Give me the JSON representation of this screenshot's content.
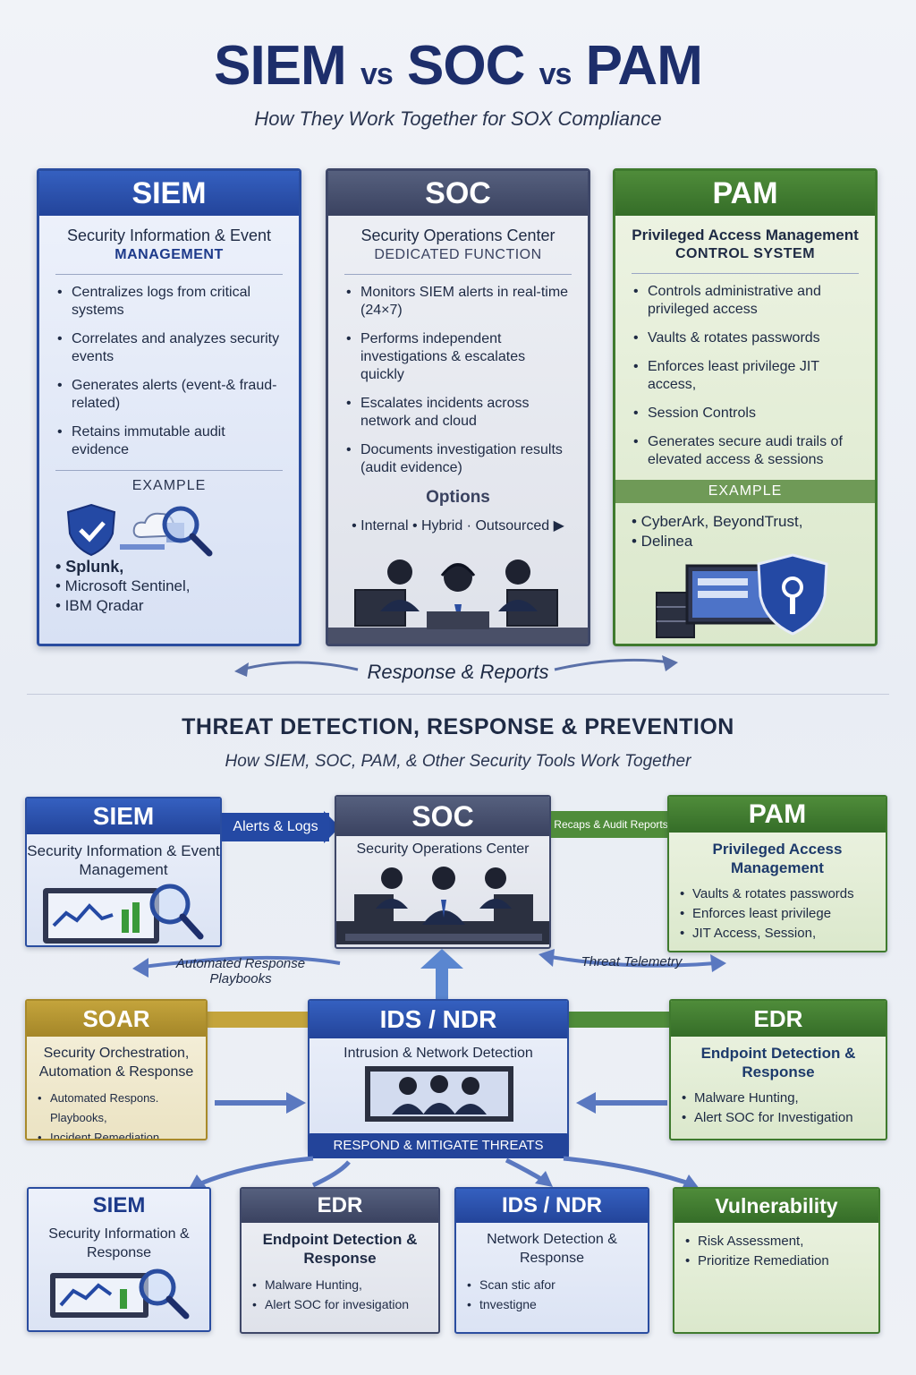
{
  "header": {
    "title_part1": "SIEM",
    "title_vs1": "vs",
    "title_part2": "SOC",
    "title_vs2": "vs",
    "title_part3": "PAM",
    "subtitle": "How They Work Together for SOX Compliance"
  },
  "top": {
    "siem": {
      "title": "SIEM",
      "sub1": "Security Information & Event",
      "sub2": "MANAGEMENT",
      "bullets": [
        "Centralizes logs from critical systems",
        "Correlates and analyzes security events",
        "Generates alerts (event-& fraud-related)",
        "Retains immutable audit evidence"
      ],
      "example_label": "EXAMPLE",
      "examples": [
        "• Splunk,",
        "• Microsoft Sentinel,",
        "• IBM Qradar"
      ]
    },
    "soc": {
      "title": "SOC",
      "sub1": "Security Operations Center",
      "sub2": "DEDICATED FUNCTION",
      "bullets": [
        "Monitors SIEM alerts in real-time (24×7)",
        "Performs independent investigations & escalates quickly",
        "Escalates incidents across network and cloud",
        "Documents investigation results (audit evidence)"
      ],
      "options_title": "Options",
      "options": "• Internal  • Hybrid · Outsourced ▶"
    },
    "pam": {
      "title": "PAM",
      "sub1": "Privileged Access Management",
      "sub2": "CONTROL SYSTEM",
      "bullets": [
        "Controls administrative and privileged access",
        "Vaults & rotates passwords",
        "Enforces least privilege JIT access,",
        "Session Controls",
        "Generates secure audi trails of elevated access & sessions"
      ],
      "example_label": "EXAMPLE",
      "examples": [
        "• CyberArk, BeyondTrust,",
        "• Delinea"
      ]
    },
    "flow_label": "Response & Reports"
  },
  "section": {
    "title": "THREAT DETECTION, RESPONSE & PREVENTION",
    "subtitle": "How SIEM, SOC, PAM, & Other Security Tools Work Together"
  },
  "row1": {
    "siem": {
      "title": "SIEM",
      "sub": "Security Information & Event Management"
    },
    "alerts_tag": "Alerts & Logs",
    "soc": {
      "title": "SOC",
      "sub": "Security Operations Center"
    },
    "recaps_tag": "Recaps & Audit Reports",
    "pam": {
      "title": "PAM",
      "sub": "Privileged Access Management",
      "bullets": [
        "Vaults & rotates passwords",
        "Enforces least privilege",
        "JIT Access, Session,"
      ]
    },
    "automated_label": "Automated Response Playbooks",
    "telemetry_label": "Threat Telemetry"
  },
  "row2": {
    "soar": {
      "title": "SOAR",
      "sub": "Security Orchestration, Automation & Response",
      "bullets": [
        "Automated Respons. Playbooks,",
        "Incident Remediation"
      ]
    },
    "ids": {
      "title": "IDS / NDR",
      "sub": "Intrusion & Network Detection",
      "banner": "RESPOND & MITIGATE THREATS"
    },
    "edr": {
      "title": "EDR",
      "sub": "Endpoint Detection & Response",
      "bullets": [
        "Malware Hunting,",
        "Alert SOC for Investigation"
      ]
    }
  },
  "row3": {
    "siem": {
      "title": "SIEM",
      "sub": "Security Information & Response"
    },
    "edr": {
      "title": "EDR",
      "sub": "Endpoint Detection & Response",
      "bullets": [
        "Malware Hunting,",
        "Alert SOC for invesigation"
      ]
    },
    "ids": {
      "title": "IDS / NDR",
      "sub": "Network Detection & Response",
      "bullets": [
        "Scan stic afor",
        "tnvestigne"
      ]
    },
    "vuln": {
      "title": "Vulnerability",
      "bullets": [
        "Risk Assessment,",
        "Prioritize Remediation"
      ]
    }
  }
}
